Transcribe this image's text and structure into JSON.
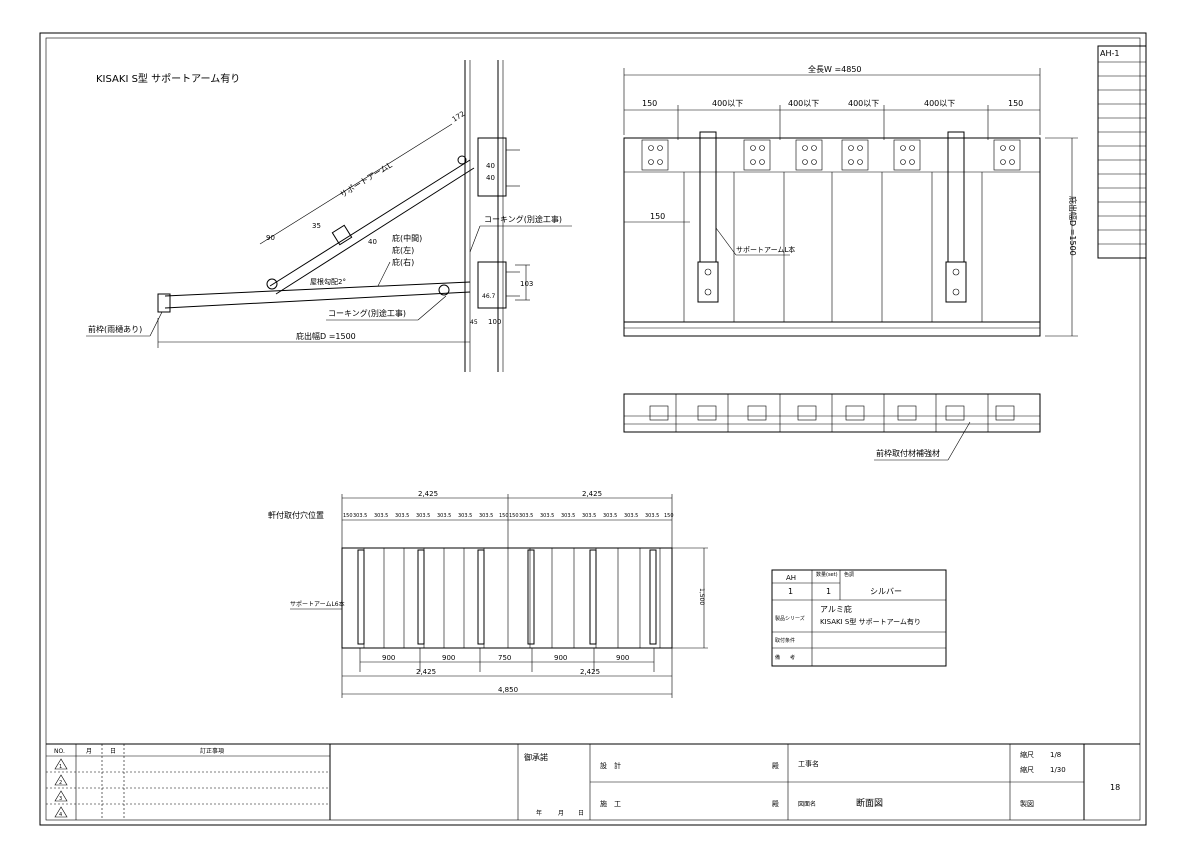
{
  "sheet_tag": "AH-1",
  "section_view": {
    "title": "KISAKI S型 サポートアーム有り",
    "labels": {
      "support_arm": "サポートアームL",
      "d_172": "172",
      "d_90": "90",
      "d_35": "35",
      "d_40": "40",
      "d_40b": "40",
      "d_40c": "40",
      "eave_mid": "庇(中間)",
      "eave_left": "庇(左)",
      "eave_right": "庇(右)",
      "caulk_top": "コーキング(別途工事)",
      "caulk_bottom": "コーキング(別途工事)",
      "slope": "屋根勾配2°",
      "front_frame": "前枠(雨樋あり)",
      "depth": "庇出幅D =1500",
      "d_103": "103",
      "d_100": "100",
      "d_45": "45",
      "d_467": "46.7"
    }
  },
  "plan_view": {
    "total_width": "全長W =4850",
    "spacing": [
      "150",
      "400以下",
      "400以下",
      "400以下",
      "400以下",
      "150"
    ],
    "depth_label": "庇出幅D =1500",
    "left_150": "150",
    "arm_note": "サポートアームL本"
  },
  "front_view": {
    "reinforcement": "前枠取付材補強材"
  },
  "hole_view": {
    "title": "軒付取付穴位置",
    "top_dims": [
      "2,425",
      "2,425"
    ],
    "small_dims": [
      "150",
      "303.5",
      "303.5",
      "303.5",
      "303.5",
      "303.5",
      "303.5",
      "303.5",
      "150",
      "150",
      "303.5",
      "303.5",
      "303.5",
      "303.5",
      "303.5",
      "303.5",
      "303.5",
      "150"
    ],
    "arm_note": "サポートアームL6本",
    "side_dim": "1,500",
    "bottom_dims": [
      "900",
      "900",
      "750",
      "900",
      "900"
    ],
    "half_dims": [
      "2,425",
      "2,425"
    ],
    "total": "4,850"
  },
  "info_table": {
    "h_code": "AH",
    "h_qty": "数量(set)",
    "h_color": "色調",
    "code": "1",
    "qty": "1",
    "color": "シルバー",
    "series_label": "製品シリーズ",
    "product": "アルミ庇",
    "product_model": "KISAKI S型 サポートアーム有り",
    "cond_label": "取付条件",
    "note_label": "備　　考"
  },
  "title_block": {
    "rev_no": "NO.",
    "rev_month": "月",
    "rev_day": "日",
    "rev_items": "訂正事項",
    "rev_marks": [
      "1",
      "2",
      "3",
      "4"
    ],
    "approve": "御承諾",
    "approve_year": "年",
    "approve_month": "月",
    "approve_day": "日",
    "design": "設　計",
    "construct": "施　工",
    "dono1": "殿",
    "dono2": "殿",
    "project_label": "工事名",
    "drawing_label": "図面名",
    "drawing_name": "断面図",
    "scale_label1": "縮尺",
    "scale1": "1/8",
    "scale_label2": "縮尺",
    "scale2": "1/30",
    "drawn": "製図",
    "page": "18"
  }
}
